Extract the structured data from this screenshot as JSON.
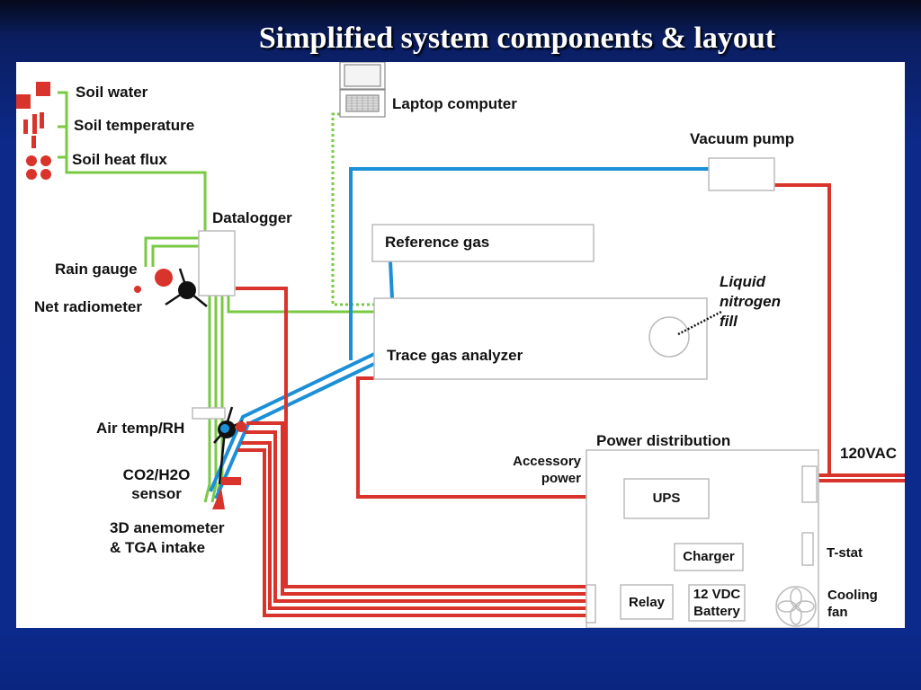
{
  "title": "Simplified system components & layout",
  "colors": {
    "signal_wire": "#7ac943",
    "gas_line": "#1b8fd8",
    "power_line": "#d9342b",
    "data_link": "#7ac943",
    "box_outline": "#bbbbbb"
  },
  "labels": {
    "soil_water": "Soil water",
    "soil_temperature": "Soil temperature",
    "soil_heat_flux": "Soil heat flux",
    "laptop": "Laptop computer",
    "vacuum_pump": "Vacuum pump",
    "datalogger": "Datalogger",
    "reference_gas": "Reference gas",
    "rain_gauge": "Rain gauge",
    "net_radiometer": "Net radiometer",
    "liquid_nitrogen_1": "Liquid",
    "liquid_nitrogen_2": "nitrogen",
    "liquid_nitrogen_3": "fill",
    "trace_gas_analyzer": "Trace gas analyzer",
    "air_temp_rh": "Air temp/RH",
    "co2_h2o_1": "CO2/H2O",
    "co2_h2o_2": "sensor",
    "anemometer_1": "3D anemometer",
    "anemometer_2": "& TGA intake",
    "power_distribution": "Power distribution",
    "vac120": "120VAC",
    "accessory_power_1": "Accessory",
    "accessory_power_2": "power",
    "ups": "UPS",
    "charger": "Charger",
    "tstat": "T-stat",
    "relay": "Relay",
    "battery_1": "12 VDC",
    "battery_2": "Battery",
    "cooling_fan_1": "Cooling",
    "cooling_fan_2": "fan"
  }
}
